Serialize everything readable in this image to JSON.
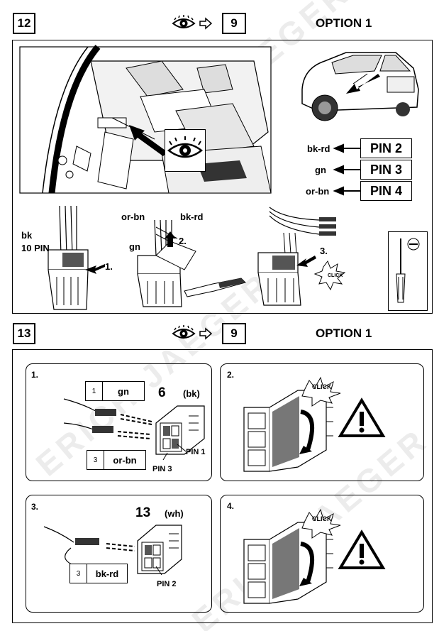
{
  "watermark": "ERICH JAEGER",
  "step12": {
    "number": "12",
    "eye_target": "9",
    "option": "OPTION 1",
    "pins": [
      {
        "wire": "bk-rd",
        "pin": "PIN 2"
      },
      {
        "wire": "gn",
        "pin": "PIN 3"
      },
      {
        "wire": "or-bn",
        "pin": "PIN 4"
      }
    ],
    "connector_label": "bk",
    "connector_pins": "10 PIN",
    "wire_or_bn": "or-bn",
    "wire_bk_rd": "bk-rd",
    "wire_gn": "gn",
    "step_1": "1.",
    "step_2": "2.",
    "step_3": "3.",
    "click": "CLICK"
  },
  "step13": {
    "number": "13",
    "eye_target": "9",
    "option": "OPTION 1",
    "sub1": {
      "num": "1.",
      "tag1_n": "1",
      "tag1_c": "gn",
      "tag2_n": "3",
      "tag2_c": "or-bn",
      "conn_num": "6",
      "conn_color": "(bk)",
      "pin_a": "PIN 1",
      "pin_b": "PIN 3"
    },
    "sub2": {
      "num": "2.",
      "click": "CLICK"
    },
    "sub3": {
      "num": "3.",
      "tag_n": "3",
      "tag_c": "bk-rd",
      "conn_num": "13",
      "conn_color": "(wh)",
      "pin": "PIN 2"
    },
    "sub4": {
      "num": "4.",
      "click": "CLICK"
    }
  }
}
